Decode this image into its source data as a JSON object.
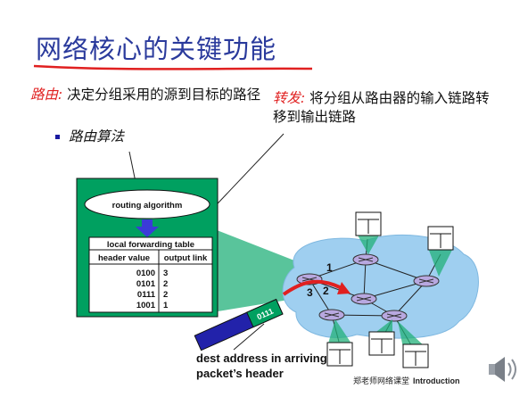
{
  "slide": {
    "title": "网络核心的关键功能",
    "routing": {
      "label": "路由:",
      "text": "决定分组采用的源到目标的路径"
    },
    "bullet": "路由算法",
    "forwarding": {
      "label": "转发:",
      "text": "将分组从路由器的输入链路转移到输出链路"
    }
  },
  "diagram": {
    "algorithm_label": "routing algorithm",
    "table": {
      "title": "local forwarding table",
      "headers": [
        "header value",
        "output link"
      ],
      "rows": [
        [
          "0100",
          "3"
        ],
        [
          "0101",
          "2"
        ],
        [
          "0111",
          "2"
        ],
        [
          "1001",
          "1"
        ]
      ]
    },
    "packet_header": "0111",
    "link_numbers": [
      "1",
      "2",
      "3"
    ],
    "caption_lines": [
      "dest address in arriving",
      "packet’s header"
    ]
  },
  "footer": {
    "author": "郑老师网络课堂",
    "section": "Introduction"
  },
  "colors": {
    "title": "#2a3a9c",
    "accent_red": "#e02020",
    "box_green": "#00a060",
    "cloud": "#9fcff0",
    "router": "#b8a8e0"
  },
  "icons": [
    "router-icon",
    "host-icon",
    "speaker-icon",
    "down-arrow-icon"
  ]
}
